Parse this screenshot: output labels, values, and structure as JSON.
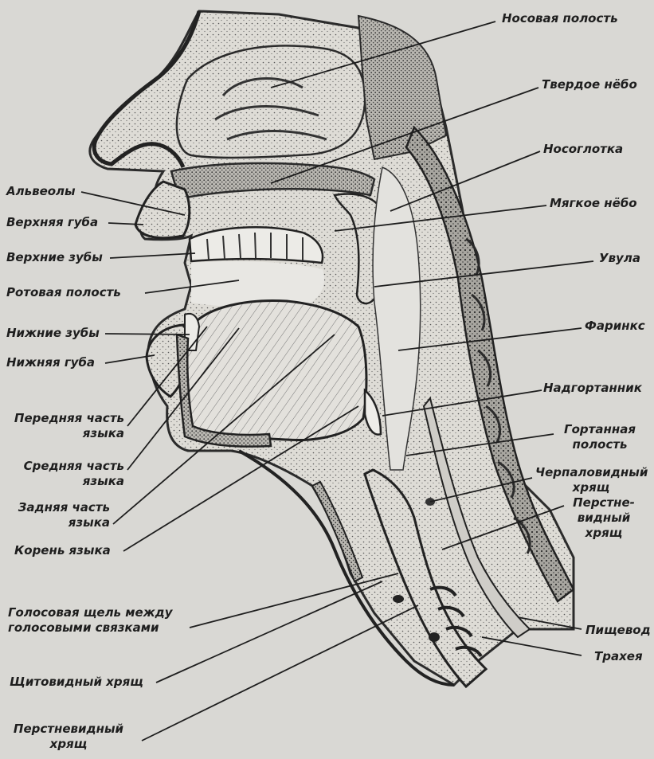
{
  "diagram": {
    "labels": {
      "nasal_cavity": "Носовая полость",
      "hard_palate": "Твердое нёбо",
      "nasopharynx": "Носоглотка",
      "soft_palate": "Мягкое нёбо",
      "uvula": "Увула",
      "pharynx": "Фаринкс",
      "epiglottis": "Надгортанник",
      "laryngeal_cavity_1": "Гортанная",
      "laryngeal_cavity_2": "полость",
      "arytenoid_1": "Черпаловидный",
      "arytenoid_2": "хрящ",
      "cricoid_right_1": "Перстне-",
      "cricoid_right_2": "видный",
      "cricoid_right_3": "хрящ",
      "esophagus": "Пищевод",
      "trachea": "Трахея",
      "alveoli": "Альвеолы",
      "upper_lip": "Верхняя губа",
      "upper_teeth": "Верхние зубы",
      "oral_cavity": "Ротовая полость",
      "lower_teeth": "Нижние зубы",
      "lower_lip": "Нижняя губа",
      "tongue_front_1": "Передняя часть",
      "tongue_front_2": "языка",
      "tongue_middle_1": "Средняя часть",
      "tongue_middle_2": "языка",
      "tongue_back_1": "Задняя часть",
      "tongue_back_2": "языка",
      "tongue_root": "Корень языка",
      "glottis_1": "Голосовая щель между",
      "glottis_2": "голосовыми связками",
      "thyroid": "Щитовидный хрящ",
      "cricoid_left_1": "Перстневидный",
      "cricoid_left_2": "хрящ"
    }
  }
}
